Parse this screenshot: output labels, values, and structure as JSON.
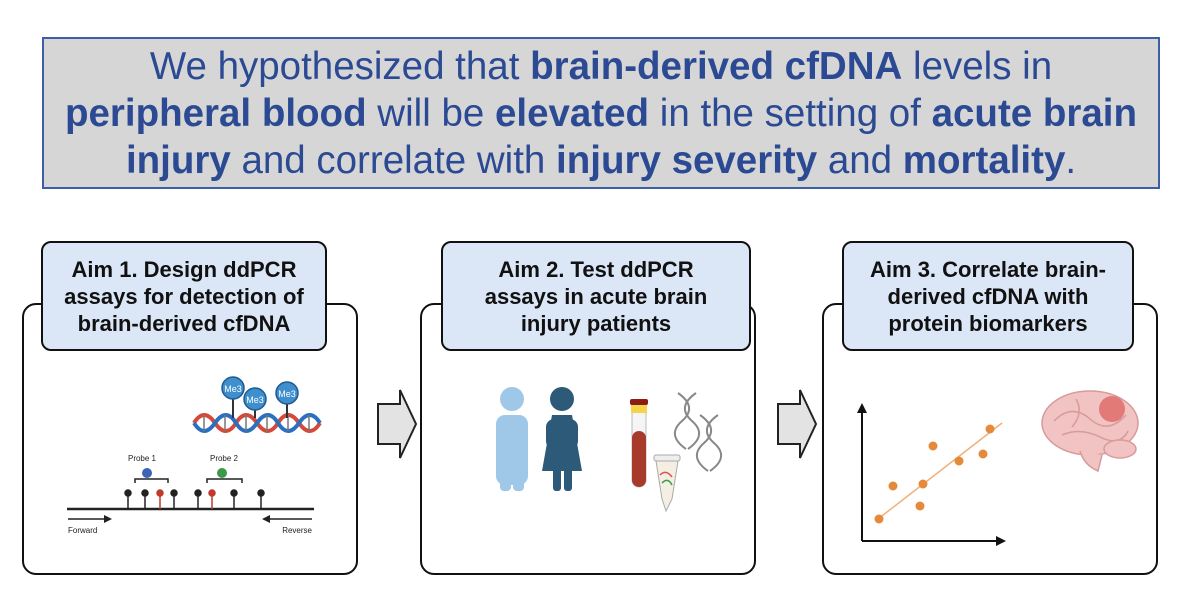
{
  "hypothesis": {
    "segments": [
      {
        "text": "We hypothesized that ",
        "bold": false
      },
      {
        "text": "brain-derived cfDNA",
        "bold": true
      },
      {
        "text": " levels in ",
        "bold": false
      },
      {
        "text": "peripheral blood",
        "bold": true
      },
      {
        "text": " will be ",
        "bold": false
      },
      {
        "text": "elevated",
        "bold": true
      },
      {
        "text": " in the setting of ",
        "bold": false
      },
      {
        "text": "acute brain injury",
        "bold": true
      },
      {
        "text": " and correlate with ",
        "bold": false
      },
      {
        "text": "injury severity",
        "bold": true
      },
      {
        "text": " and ",
        "bold": false
      },
      {
        "text": "mortality",
        "bold": true
      },
      {
        "text": ".",
        "bold": false
      }
    ]
  },
  "aims": [
    {
      "lines": [
        "Aim 1. Design ddPCR",
        "assays for detection of",
        "brain-derived cfDNA"
      ]
    },
    {
      "lines": [
        "Aim 2. Test ddPCR",
        "assays in acute brain",
        "injury patients"
      ]
    },
    {
      "lines": [
        "Aim 3. Correlate brain-",
        "derived cfDNA with",
        "protein biomarkers"
      ]
    }
  ],
  "aim1_figure": {
    "methyl_label": "Me3",
    "probe1_label": "Probe 1",
    "probe2_label": "Probe 2",
    "forward_label": "Forward",
    "reverse_label": "Reverse"
  },
  "colors": {
    "hypothesis_text": "#2b4a93",
    "hypothesis_bg": "#d6d6d6",
    "aim_box_bg": "#dbe6f6",
    "male_figure": "#9fc7e8",
    "female_figure": "#2c5a78",
    "scatter_points": "#e48a3a"
  }
}
